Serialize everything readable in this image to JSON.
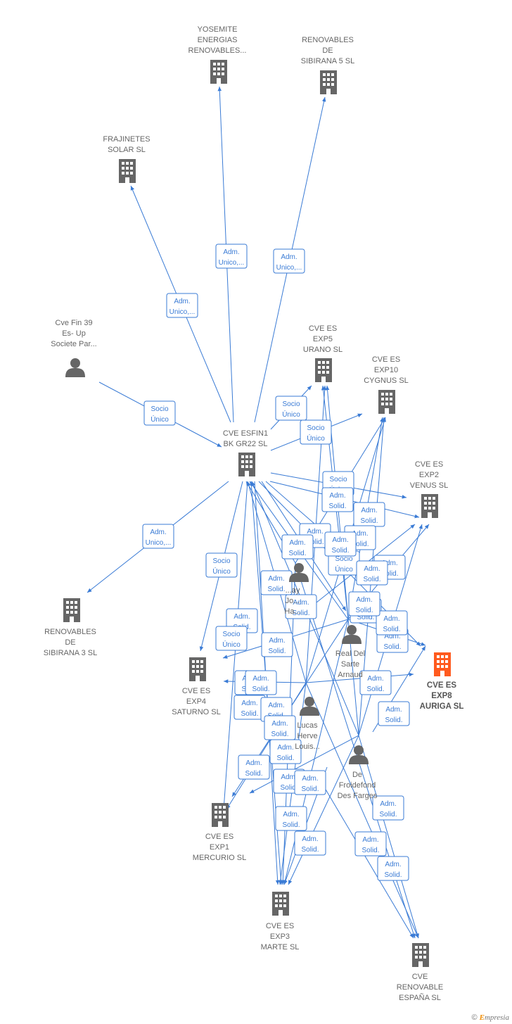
{
  "colors": {
    "edge": "#3a7bd5",
    "company": "#666666",
    "highlight": "#ff5a1e",
    "person": "#666666"
  },
  "nodes": [
    {
      "id": "yosemite",
      "type": "company",
      "lines": [
        "YOSEMITE",
        "ENERGIAS",
        "RENOVABLES..."
      ]
    },
    {
      "id": "sib5",
      "type": "company",
      "lines": [
        "RENOVABLES",
        "DE",
        "SIBIRANA 5  SL"
      ]
    },
    {
      "id": "fraj",
      "type": "company",
      "lines": [
        "FRAJINETES",
        "SOLAR  SL"
      ]
    },
    {
      "id": "cvefin",
      "type": "person",
      "lines": [
        "Cve Fin 39",
        "Es- Up",
        "Societe Par..."
      ]
    },
    {
      "id": "exp5",
      "type": "company",
      "lines": [
        "CVE ES",
        "EXP5",
        "URANO  SL"
      ]
    },
    {
      "id": "exp10",
      "type": "company",
      "lines": [
        "CVE ES",
        "EXP10",
        "CYGNUS  SL"
      ]
    },
    {
      "id": "esfin",
      "type": "company",
      "lines": [
        "CVE ESFIN1",
        "BK GR22  SL"
      ]
    },
    {
      "id": "exp2",
      "type": "company",
      "lines": [
        "CVE ES",
        "EXP2",
        "VENUS  SL"
      ]
    },
    {
      "id": "sib3",
      "type": "company",
      "lines": [
        "RENOVABLES",
        "DE",
        "SIBIRANA 3  SL"
      ]
    },
    {
      "id": "exp8",
      "type": "company",
      "highlight": true,
      "lines": [
        "CVE ES",
        "EXP8",
        "AURIGA  SL"
      ]
    },
    {
      "id": "exp4",
      "type": "company",
      "lines": [
        "CVE ES",
        "EXP4",
        "SATURNO  SL"
      ]
    },
    {
      "id": "exp1",
      "type": "company",
      "lines": [
        "CVE ES",
        "EXP1",
        "MERCURIO  SL"
      ]
    },
    {
      "id": "exp3",
      "type": "company",
      "lines": [
        "CVE ES",
        "EXP3",
        "MARTE  SL"
      ]
    },
    {
      "id": "renesp",
      "type": "company",
      "lines": [
        "CVE",
        "RENOVABLE",
        "ESPAÑA  SL"
      ]
    },
    {
      "id": "p_jo",
      "type": "person",
      "lines": [
        "...ay",
        "Jo...",
        "Ha..."
      ]
    },
    {
      "id": "p_real",
      "type": "person",
      "lines": [
        "Real Del",
        "Sarte",
        "Arnaud"
      ]
    },
    {
      "id": "p_lucas",
      "type": "person",
      "lines": [
        "Lucas",
        "Herve",
        "Louis..."
      ]
    },
    {
      "id": "p_defroi",
      "type": "person",
      "lines": [
        "De",
        "Froidefond",
        "Des Farges"
      ]
    }
  ],
  "edge_labels": [
    [
      "Adm.",
      "Unico,..."
    ],
    [
      "Adm.",
      "Unico,..."
    ],
    [
      "Adm.",
      "Unico,..."
    ],
    [
      "Socio",
      "Único"
    ],
    [
      "Socio",
      "Único"
    ],
    [
      "Socio",
      "Único"
    ],
    [
      "Adm.",
      "Unico,..."
    ],
    [
      "Socio",
      "Único"
    ],
    [
      "Socio",
      "Único"
    ],
    [
      "Adm.",
      "Solid."
    ],
    [
      "Adm.",
      "Solid."
    ],
    [
      "Adm.",
      "Solid."
    ],
    [
      "Adm.",
      "Solid."
    ],
    [
      "Adm.",
      "Solid."
    ],
    [
      "Socio",
      "Único"
    ],
    [
      "Adm.",
      "Solid."
    ],
    [
      "Adm.",
      "Solid."
    ],
    [
      "Adm.",
      "Solid."
    ],
    [
      "Adm.",
      "Solid."
    ],
    [
      "Adm.",
      "Solid."
    ],
    [
      "Adm.",
      "Solid."
    ],
    [
      "Adm.",
      "Solid."
    ],
    [
      "Adm.",
      "Solid."
    ],
    [
      "Adm.",
      "Solid."
    ],
    [
      "Adm.",
      "Solid."
    ],
    [
      "Adm.",
      "Solid."
    ],
    [
      "Adm.",
      "Solid."
    ],
    [
      "Adm.",
      "Solid."
    ],
    [
      "Adm.",
      "Solid."
    ],
    [
      "Adm.",
      "Solid."
    ],
    [
      "Adm.",
      "Solid."
    ],
    [
      "Adm.",
      "Solid."
    ],
    [
      "Adm.",
      "Solid."
    ],
    [
      "Adm.",
      "Solid."
    ],
    [
      "Adm.",
      "Solid."
    ],
    [
      "Adm.",
      "Solid."
    ],
    [
      "Adm.",
      "Solid."
    ],
    [
      "Adm.",
      "Solid."
    ],
    [
      "Adm.",
      "Solid."
    ],
    [
      "Adm.",
      "Solid."
    ],
    [
      "Adm.",
      "Solid."
    ],
    [
      "Adm.",
      "Solid."
    ],
    [
      "Socio",
      "Único"
    ]
  ],
  "credit": {
    "symbol": "©",
    "brand_initial": "E",
    "brand_rest": "mpresia"
  }
}
